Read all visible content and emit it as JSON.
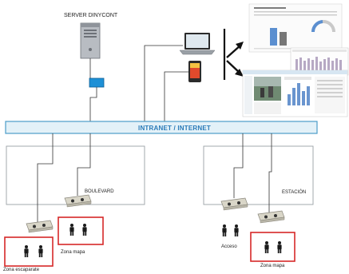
{
  "server": {
    "label": "SERVER DINYCONT"
  },
  "network": {
    "label": "INTRANET / INTERNET"
  },
  "zones": {
    "left": {
      "label": "BOULEVARD"
    },
    "right": {
      "label": "ESTACIÓN"
    }
  },
  "areas": {
    "escaparate": "Zona escaparate",
    "mapa_left": "Zona mapa",
    "acceso": "Acceso",
    "mapa_right": "Zona mapa"
  },
  "colors": {
    "network_bar": "#e3f1f8",
    "network_border": "#4c9cc9",
    "network_text": "#2a7ab8",
    "zone_box": "#9aa0a6",
    "highlight_box": "#d62828",
    "switch": "#1e90d6"
  },
  "icons": [
    "server-tower-icon",
    "network-switch-icon",
    "laptop-icon",
    "smartphone-icon",
    "people-counter-camera-icon",
    "person-icon",
    "dashboard-screenshot-icon",
    "arrow-icon"
  ]
}
